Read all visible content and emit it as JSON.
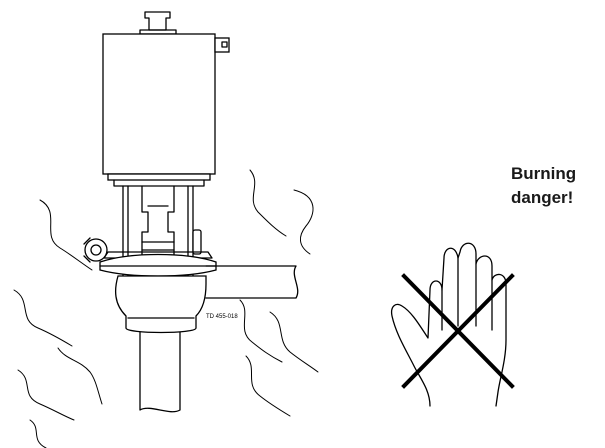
{
  "warning": {
    "line1": "Burning",
    "line2": "danger!"
  },
  "drawing": {
    "number": "TD 455-018"
  },
  "icons": {
    "valve": "sanitary-valve-icon",
    "heat": "heat-wave-icon",
    "hand": "hand-icon",
    "prohibit": "prohibition-cross-icon"
  },
  "colors": {
    "line": "#000000",
    "text": "#1a1a1a",
    "background": "#ffffff"
  }
}
